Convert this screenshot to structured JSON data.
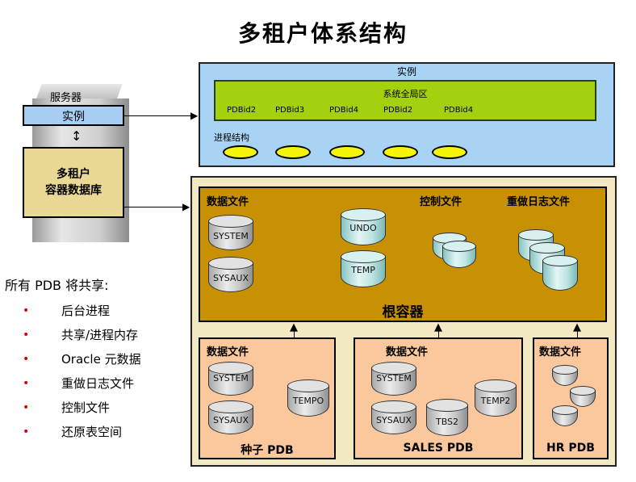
{
  "title": "多租户体系结构",
  "server": {
    "label": "服务器",
    "instance_label": "实例",
    "cdb_line1": "多租户",
    "cdb_line2": "容器数据库"
  },
  "instance": {
    "title": "实例",
    "sga_title": "系统全局区",
    "pdbids": [
      "PDBid2",
      "PDBid3",
      "PDBid4",
      "PDBid2",
      "PDBid4"
    ],
    "process_label": "进程结构"
  },
  "root": {
    "datafiles_label": "数据文件",
    "control_label": "控制文件",
    "redo_label": "重做日志文件",
    "name": "根容器",
    "system": "SYSTEM",
    "sysaux": "SYSAUX",
    "undo": "UNDO",
    "temp": "TEMP"
  },
  "seed": {
    "datafiles_label": "数据文件",
    "system": "SYSTEM",
    "sysaux": "SYSAUX",
    "temp": "TEMPO",
    "name": "种子 PDB"
  },
  "sales": {
    "datafiles_label": "数据文件",
    "system": "SYSTEM",
    "sysaux": "SYSAUX",
    "tbs": "TBS2",
    "temp": "TEMP2",
    "name": "SALES PDB"
  },
  "hr": {
    "datafiles_label": "数据文件",
    "name": "HR PDB"
  },
  "shared": {
    "title": "所有 PDB 将共享:",
    "items": [
      "后台进程",
      "共享/进程内存",
      "Oracle 元数据",
      "重做日志文件",
      "控制文件",
      "还原表空间"
    ]
  },
  "colors": {
    "instance_bg": "#a9d3f5",
    "sga_bg": "#a3d10d",
    "root_bg": "#c89003",
    "pdb_bg": "#fac89c",
    "cdb_bg": "#f2e8c2",
    "ellipse": "#f5f50a",
    "bullet": "#d40000"
  }
}
